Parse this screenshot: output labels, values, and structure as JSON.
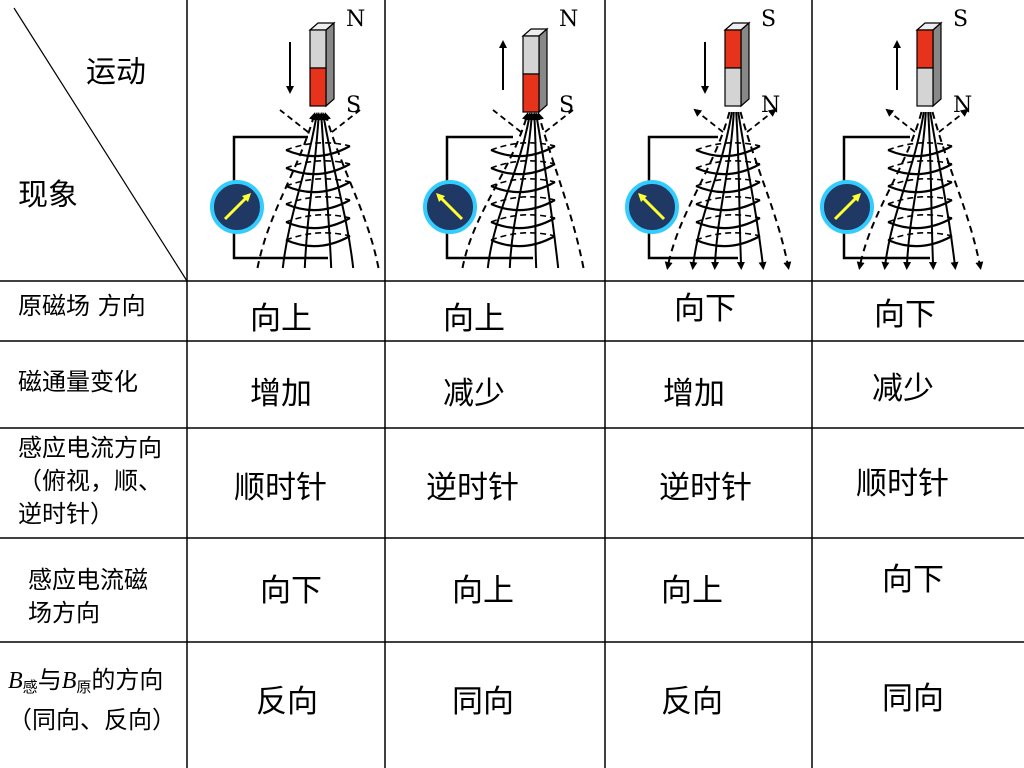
{
  "header": {
    "motion_label": "运动",
    "phenomenon_label": "现象"
  },
  "diagrams": [
    {
      "magnet_top_pole": "N",
      "magnet_bottom_pole": "S",
      "motion_arrow": "down",
      "top_color": "#d4d4d4",
      "bottom_color": "#e8331c"
    },
    {
      "magnet_top_pole": "N",
      "magnet_bottom_pole": "S",
      "motion_arrow": "up",
      "top_color": "#d4d4d4",
      "bottom_color": "#e8331c"
    },
    {
      "magnet_top_pole": "S",
      "magnet_bottom_pole": "N",
      "motion_arrow": "down",
      "top_color": "#e8331c",
      "bottom_color": "#d4d4d4"
    },
    {
      "magnet_top_pole": "S",
      "magnet_bottom_pole": "N",
      "motion_arrow": "up",
      "top_color": "#e8331c",
      "bottom_color": "#d4d4d4"
    }
  ],
  "rows": [
    {
      "label": "原磁场  方向",
      "values": [
        "向上",
        "向上",
        "向下",
        "向下"
      ]
    },
    {
      "label": "磁通量变化",
      "values": [
        "增加",
        "减少",
        "增加",
        "减少"
      ]
    },
    {
      "label": "感应电流方向（俯视，顺、逆时针）",
      "values": [
        "顺时针",
        "逆时针",
        "逆时针",
        "顺时针"
      ]
    },
    {
      "label": "感应电流磁场方向",
      "values": [
        "向下",
        "向上",
        "向上",
        "向下"
      ]
    },
    {
      "label_b1": "B",
      "label_sub1": "感",
      "label_mid": "与",
      "label_b2": "B",
      "label_sub2": "原",
      "label_rest": "的方向（同向、反向）",
      "values": [
        "反向",
        "同向",
        "反向",
        "同向"
      ]
    }
  ],
  "colors": {
    "galvanometer_fill": "#1f3864",
    "galvanometer_ring": "#33ccff",
    "needle": "#ffff33",
    "magnet_red": "#e8331c",
    "magnet_grey": "#d4d4d4"
  }
}
